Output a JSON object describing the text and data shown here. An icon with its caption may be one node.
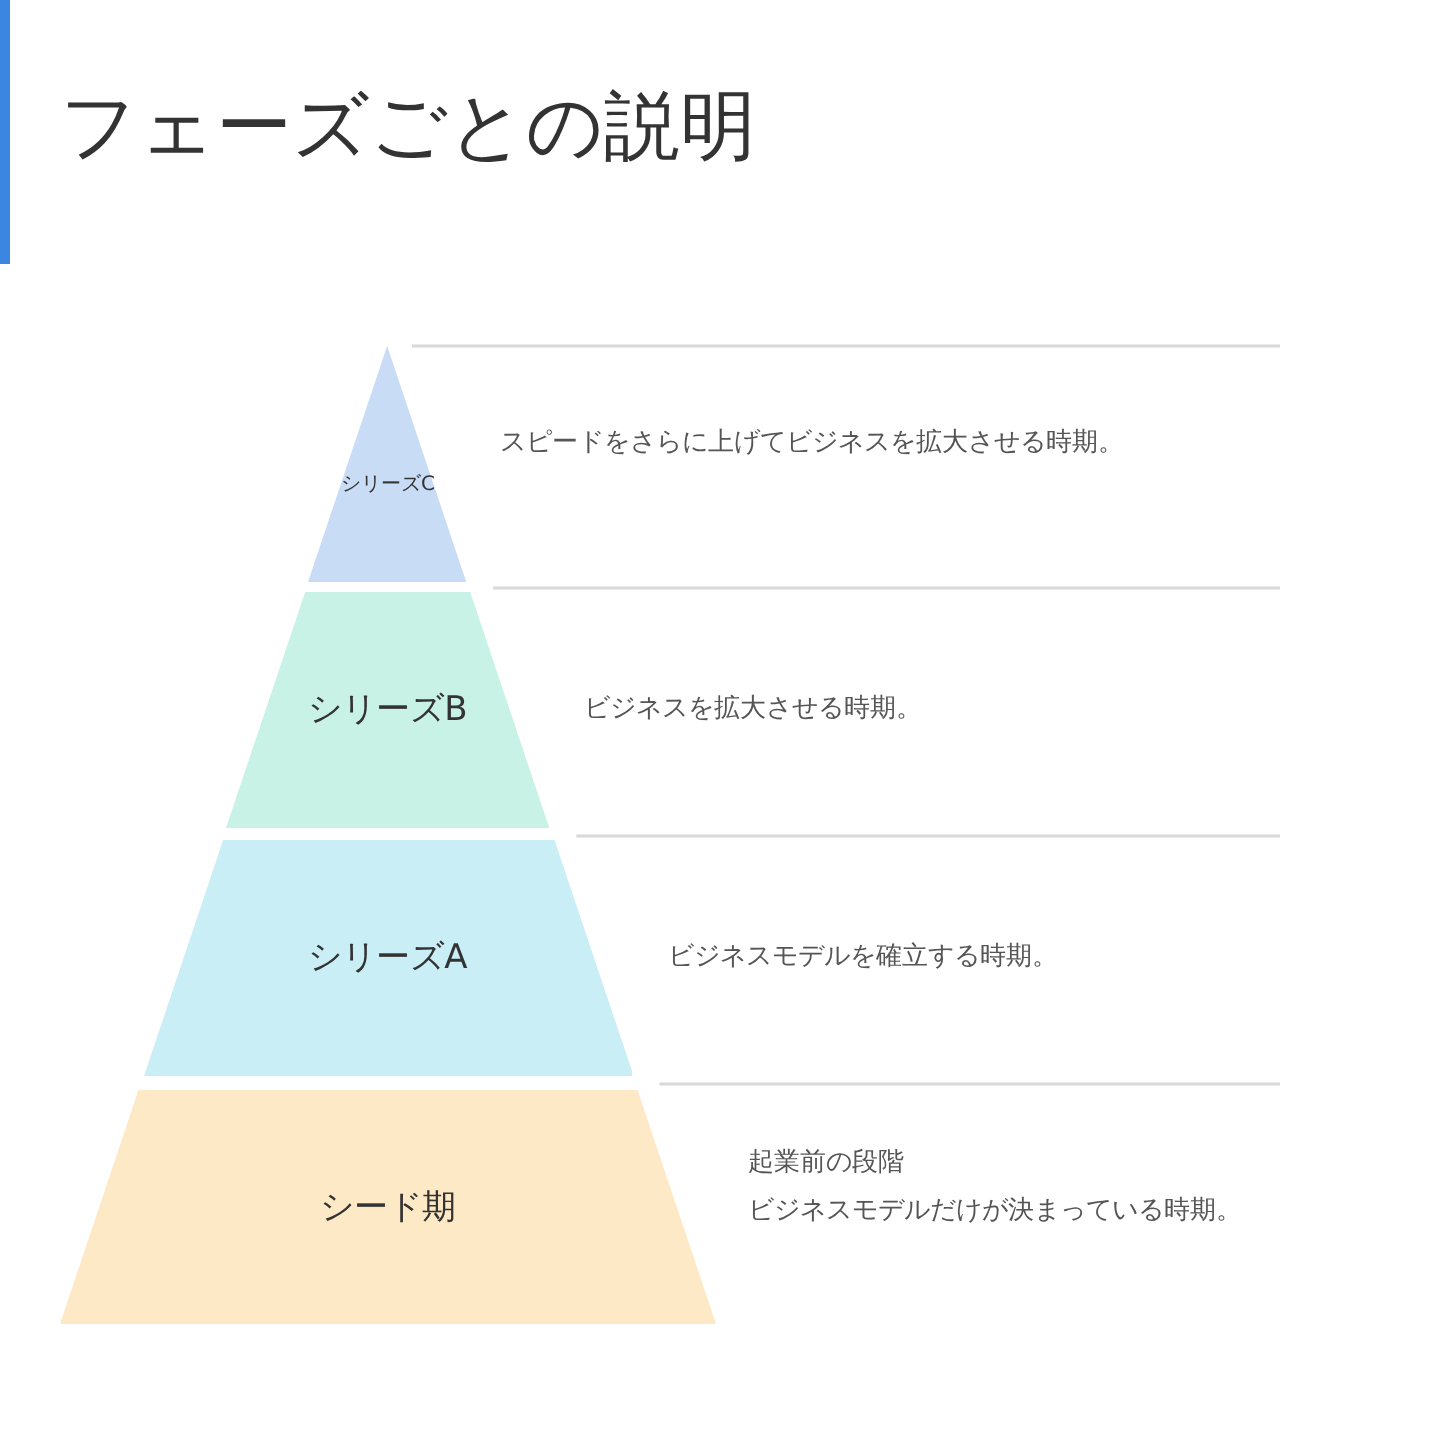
{
  "diagram": {
    "title": "フェーズごとの説明",
    "nodes": [
      {
        "text": [
          "シリーズC"
        ],
        "beside": [
          "スピードをさらに上げてビジネスを拡大させる時期。"
        ]
      },
      {
        "text": [
          "シリーズB"
        ],
        "beside": [
          "ビジネスを拡大させる時期。"
        ]
      },
      {
        "text": [
          "シリーズA"
        ],
        "beside": [
          "ビジネスモデルを確立する時期。"
        ]
      },
      {
        "text": [
          "シード期"
        ],
        "beside": [
          "起業前の段階",
          "ビジネスモデルだけが決まっている時期。"
        ]
      }
    ],
    "edges": []
  }
}
